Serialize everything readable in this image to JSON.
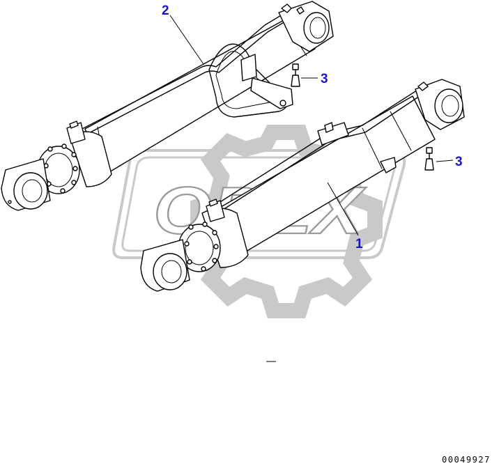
{
  "watermark": {
    "text": "OPEX"
  },
  "callouts": {
    "part_1": "1",
    "part_2": "2",
    "part_3_upper": "3",
    "part_3_lower": "3"
  },
  "drawing_number": "00049927",
  "colors": {
    "callout": "#1515c8",
    "linework": "#000000",
    "watermark": "#9a9a9a"
  }
}
